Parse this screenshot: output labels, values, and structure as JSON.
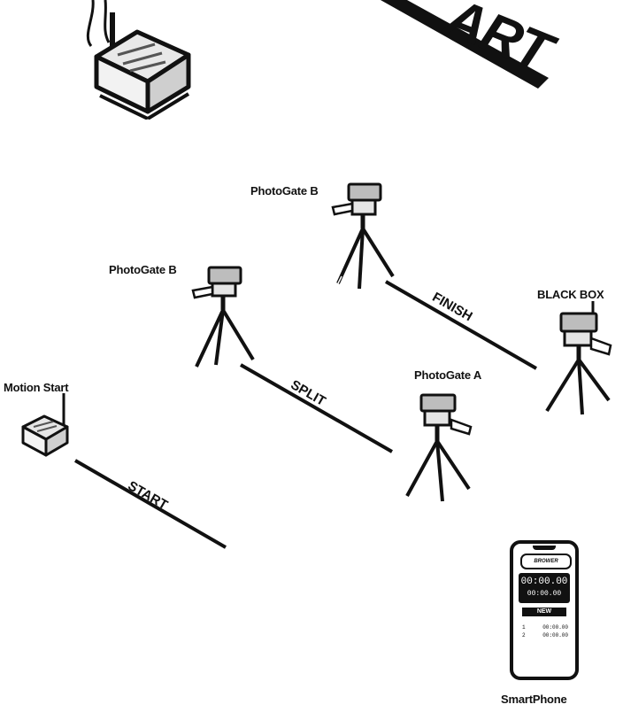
{
  "banner": {
    "text": "ART"
  },
  "labels": {
    "photogate_b_top": "PhotoGate B",
    "photogate_b_left": "PhotoGate B",
    "photogate_a": "PhotoGate A",
    "black_box": "BLACK BOX",
    "motion_start": "Motion Start",
    "smartphone": "SmartPhone"
  },
  "lines": {
    "start": "START",
    "split": "SPLIT",
    "finish": "FINISH"
  },
  "phone_screen": {
    "logo_text": "BROWER",
    "timer_main": "00:00.00",
    "timer_secondary": "00:00.00",
    "new_button": "NEW",
    "rows": [
      {
        "index": "1",
        "time": "00:00.00"
      },
      {
        "index": "2",
        "time": "00:00.00"
      }
    ]
  },
  "colors": {
    "ink": "#111111",
    "light": "#dcdcdc",
    "mid": "#9a9a9a",
    "background": "#ffffff"
  }
}
